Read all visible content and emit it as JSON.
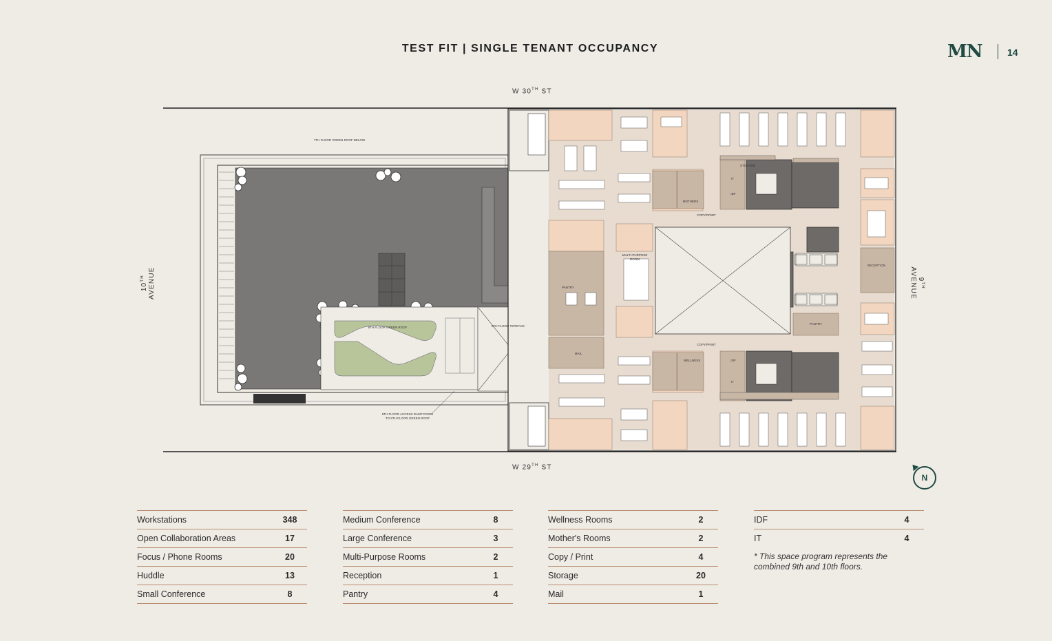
{
  "header": {
    "title": "TEST FIT | SINGLE TENANT OCCUPANCY",
    "logo": "MN",
    "page_number": "14"
  },
  "streets": {
    "top_base": "W 30",
    "top_sup": "TH",
    "top_suffix": " ST",
    "bottom_base": "W 29",
    "bottom_sup": "TH",
    "bottom_suffix": " ST",
    "left_base": "10",
    "left_sup": "TH",
    "left_suffix": " AVENUE",
    "right_base": "9",
    "right_sup": "TH",
    "right_suffix": " AVENUE"
  },
  "plan_labels": {
    "green_roof_below": "7TH FLOOR GREEN ROOF BELOW",
    "green_roof_8": "8TH FLOOR GREEN ROOF",
    "terrace_8": "8TH FLOOR TERRACE",
    "ramp_note_1": "9TH FLOOR ACCESS RAMP DOWN",
    "ramp_note_2": "TO 8TH FLOOR GREEN ROOF",
    "pantry": "PANTRY",
    "mail": "MAIL",
    "multipurpose_1": "MULTI-PURPOSE",
    "multipurpose_2": "ROOM",
    "mothers": "MOTHERS",
    "wellness": "WELLNESS",
    "copy_print": "COPY/PRINT",
    "storage": "STORAGE",
    "it": "IT",
    "idf": "IDF",
    "reception": "RECEPTION",
    "pantry_east": "PANTRY"
  },
  "north_label": "N",
  "legend": {
    "col1": [
      {
        "label": "Workstations",
        "value": "348"
      },
      {
        "label": "Open Collaboration Areas",
        "value": "17"
      },
      {
        "label": "Focus / Phone Rooms",
        "value": "20"
      },
      {
        "label": "Huddle",
        "value": "13"
      },
      {
        "label": "Small Conference",
        "value": "8"
      }
    ],
    "col2": [
      {
        "label": "Medium Conference",
        "value": "8"
      },
      {
        "label": "Large Conference",
        "value": "3"
      },
      {
        "label": "Multi-Purpose Rooms",
        "value": "2"
      },
      {
        "label": "Reception",
        "value": "1"
      },
      {
        "label": "Pantry",
        "value": "4"
      }
    ],
    "col3": [
      {
        "label": "Wellness Rooms",
        "value": "2"
      },
      {
        "label": "Mother's Rooms",
        "value": "2"
      },
      {
        "label": "Copy / Print",
        "value": "4"
      },
      {
        "label": "Storage",
        "value": "20"
      },
      {
        "label": "Mail",
        "value": "1"
      }
    ],
    "col4": [
      {
        "label": "IDF",
        "value": "4"
      },
      {
        "label": "IT",
        "value": "4"
      }
    ],
    "note": "* This space program represents the combined 9th and 10th floors."
  },
  "colors": {
    "background": "#efece6",
    "roof_gray": "#7a7877",
    "green": "#b8c49a",
    "peach": "#f3d6bf",
    "tan": "#c9b7a6",
    "brand": "#1f4a42",
    "rule": "#b98c6f"
  }
}
